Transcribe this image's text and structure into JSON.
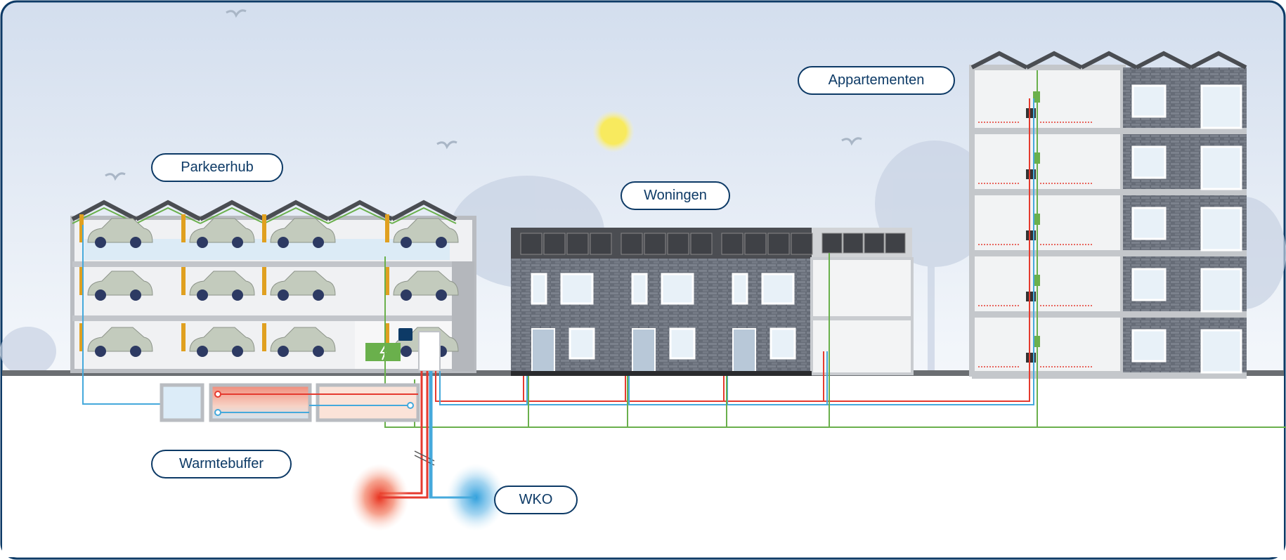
{
  "labels": {
    "parkeerhub": "Parkeerhub",
    "woningen": "Woningen",
    "appartementen": "Appartementen",
    "warmtebuffer": "Warmtebuffer",
    "wko": "WKO"
  },
  "colors": {
    "frame": "#0d3a66",
    "hot_pipe": "#e53a2f",
    "cold_pipe": "#45a9dc",
    "power_line": "#6ab04c",
    "ground": "#6b6e72",
    "sky_top": "#d6e1ef"
  }
}
